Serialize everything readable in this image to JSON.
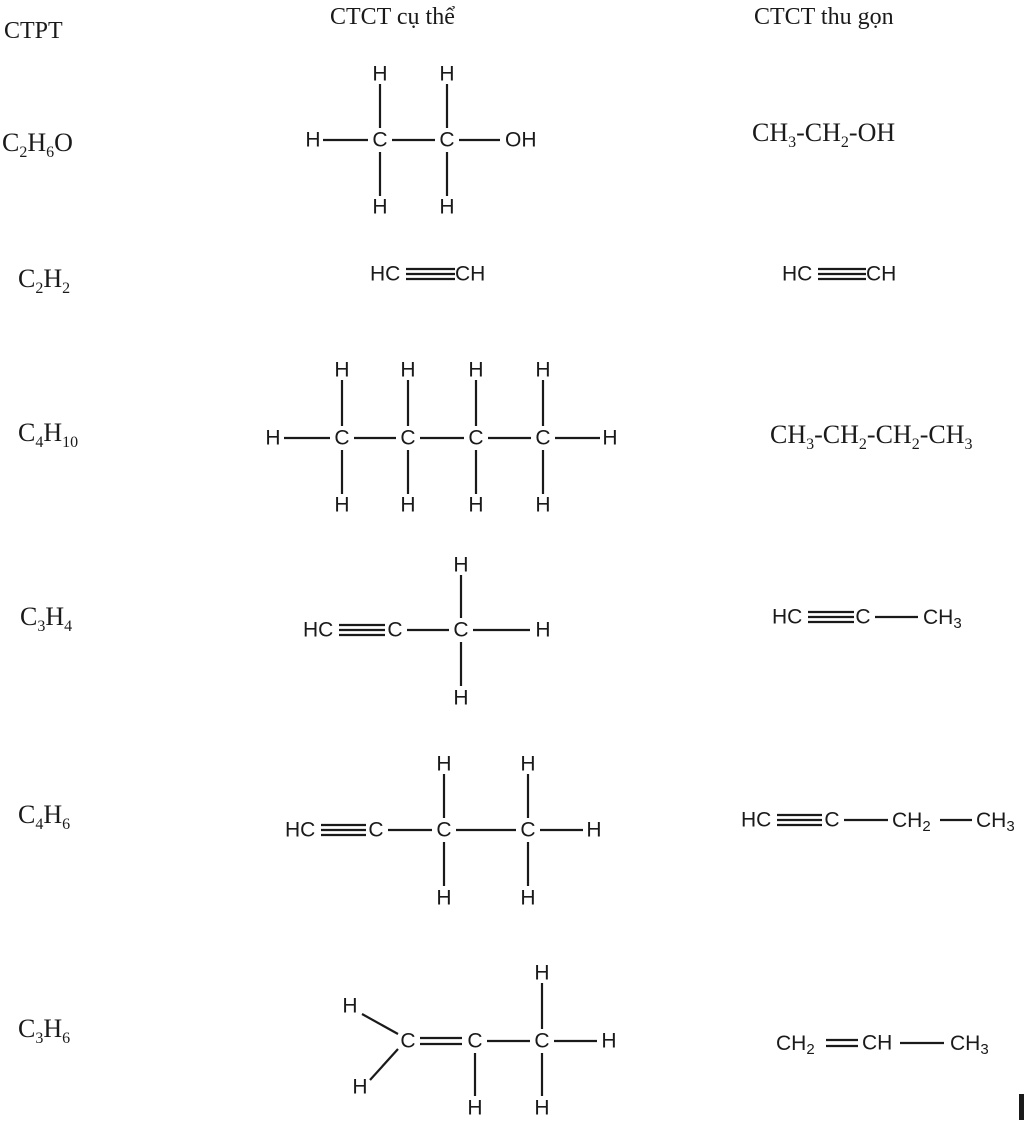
{
  "headers": {
    "ctpt": "CTPT",
    "ctct_full": "CTCT cụ thể",
    "ctct_short": "CTCT thu gọn"
  },
  "rows": [
    {
      "id": "ethanol",
      "formula": {
        "parts": [
          [
            "C",
            "2"
          ],
          [
            "H",
            "6"
          ],
          [
            "O",
            ""
          ]
        ]
      },
      "condensed": {
        "parts": [
          [
            "CH",
            "3"
          ],
          [
            "-CH",
            "2"
          ],
          [
            "-OH",
            ""
          ]
        ]
      }
    },
    {
      "id": "acetylene",
      "formula": {
        "parts": [
          [
            "C",
            "2"
          ],
          [
            "H",
            "2"
          ]
        ]
      },
      "condensed_text": "HC≡CH"
    },
    {
      "id": "butane",
      "formula": {
        "parts": [
          [
            "C",
            "4"
          ],
          [
            "H",
            "10"
          ]
        ]
      },
      "condensed": {
        "parts": [
          [
            "CH",
            "3"
          ],
          [
            "-CH",
            "2"
          ],
          [
            "-CH",
            "2"
          ],
          [
            "-CH",
            "3"
          ]
        ]
      }
    },
    {
      "id": "propyne",
      "formula": {
        "parts": [
          [
            "C",
            "3"
          ],
          [
            "H",
            "4"
          ]
        ]
      },
      "condensed_text": "HC≡C—CH3"
    },
    {
      "id": "butyne",
      "formula": {
        "parts": [
          [
            "C",
            "4"
          ],
          [
            "H",
            "6"
          ]
        ]
      },
      "condensed_text": "HC≡C—CH2—CH3"
    },
    {
      "id": "propene",
      "formula": {
        "parts": [
          [
            "C",
            "3"
          ],
          [
            "H",
            "6"
          ]
        ]
      },
      "condensed_text": "CH2=CH—CH3"
    }
  ],
  "structure_labels": {
    "H": "H",
    "C": "C",
    "OH": "OH",
    "HC": "HC",
    "CH": "CH",
    "CH2": "CH2",
    "CH3": "CH3",
    "CH2_base": "CH",
    "CH3_base": "CH",
    "sub2": "2",
    "sub3": "3"
  }
}
